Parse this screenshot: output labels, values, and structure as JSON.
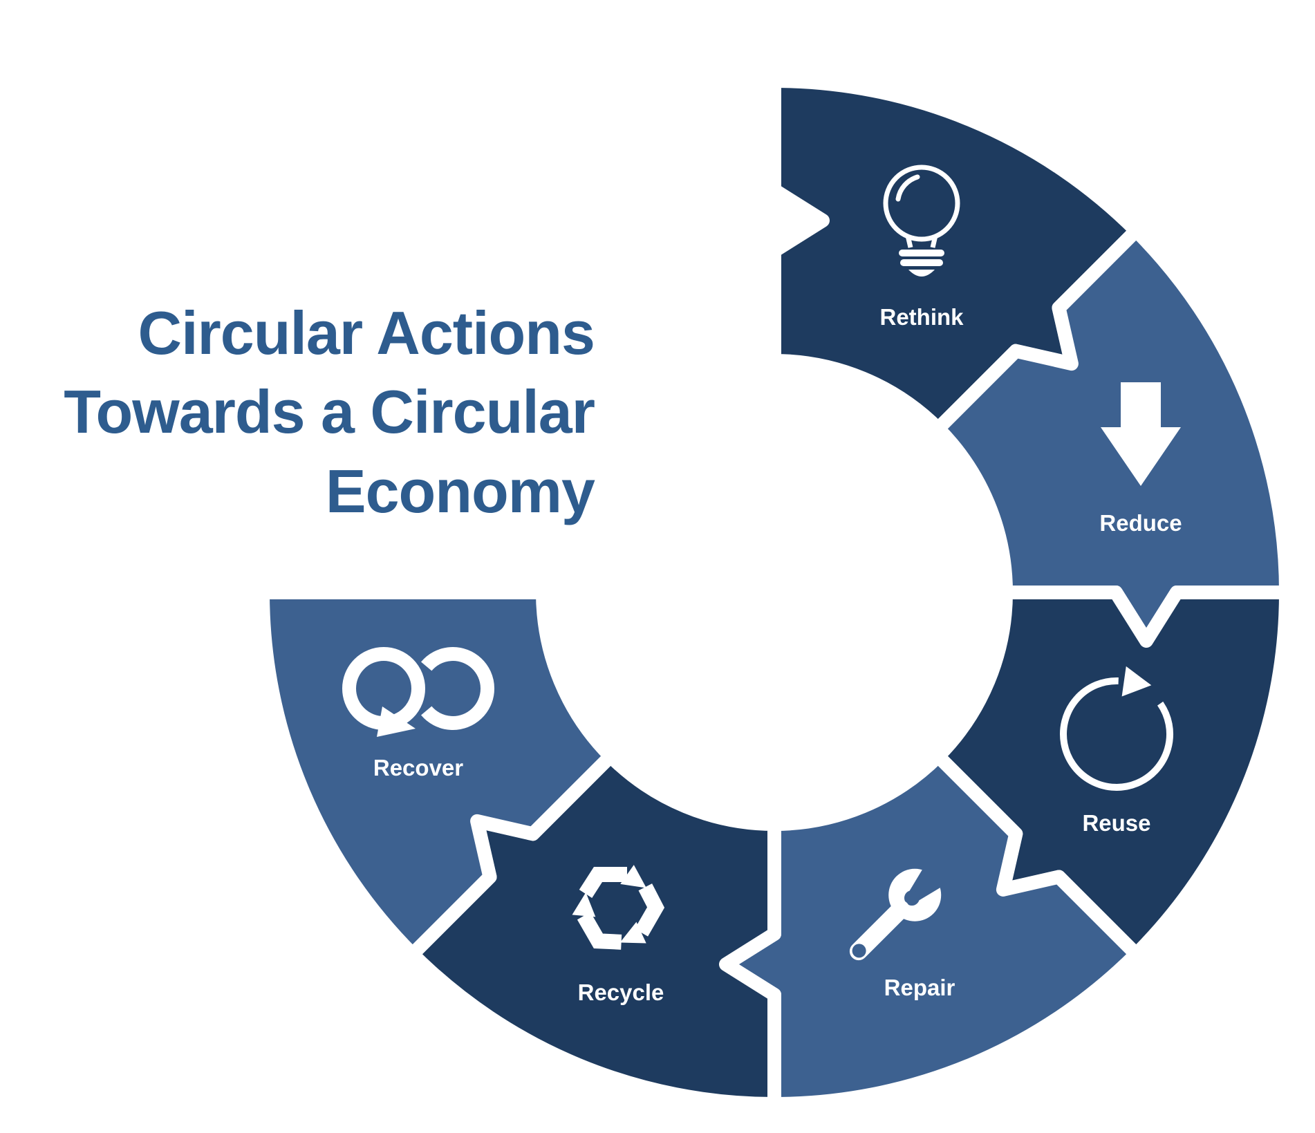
{
  "title": {
    "lines": [
      "Circular Actions",
      "Towards a Circular",
      "Economy"
    ],
    "color": "#2E5C8E"
  },
  "ring": {
    "colors": {
      "dark_segment": "#1E3B5F",
      "light_segment": "#3D6190",
      "separator": "#FFFFFF",
      "label_text": "#FFFFFF",
      "icon": "#FFFFFF"
    },
    "direction": "clockwise",
    "segments": [
      {
        "label": "Rethink",
        "icon": "lightbulb-icon",
        "shade": "dark"
      },
      {
        "label": "Reduce",
        "icon": "arrow-down-icon",
        "shade": "light"
      },
      {
        "label": "Reuse",
        "icon": "circular-arrow-icon",
        "shade": "dark"
      },
      {
        "label": "Repair",
        "icon": "wrench-icon",
        "shade": "light"
      },
      {
        "label": "Recycle",
        "icon": "recycle-icon",
        "shade": "dark"
      },
      {
        "label": "Recover",
        "icon": "infinity-loop-icon",
        "shade": "light"
      }
    ]
  }
}
